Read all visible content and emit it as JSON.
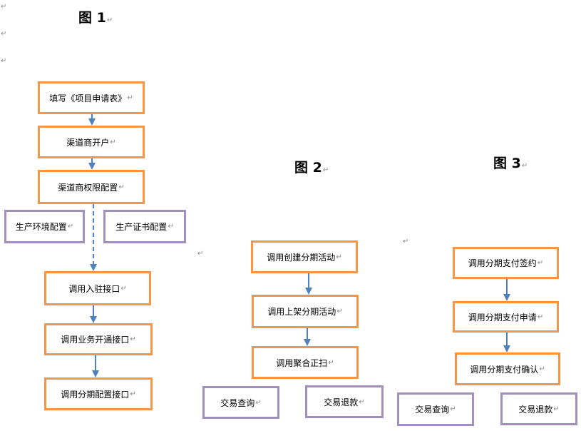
{
  "paragraph_mark": "↵",
  "figures": {
    "fig1": {
      "title": "图 1",
      "steps": [
        "填写《项目申请表》",
        "渠道商开户",
        "渠道商权限配置",
        "调用入驻接口",
        "调用业务开通接口",
        "调用分期配置接口"
      ],
      "side": [
        "生产环境配置",
        "生产证书配置"
      ]
    },
    "fig2": {
      "title": "图 2",
      "steps": [
        "调用创建分期活动",
        "调用上架分期活动",
        "调用聚合正扫"
      ],
      "side": [
        "交易查询",
        "交易退款"
      ]
    },
    "fig3": {
      "title": "图 3",
      "steps": [
        "调用分期支付签约",
        "调用分期支付申请",
        "调用分期支付确认"
      ],
      "side": [
        "交易查询",
        "交易退款"
      ]
    }
  },
  "colors": {
    "step_border": "#f79646",
    "side_border": "#a190bd",
    "arrow": "#4f81bd"
  }
}
